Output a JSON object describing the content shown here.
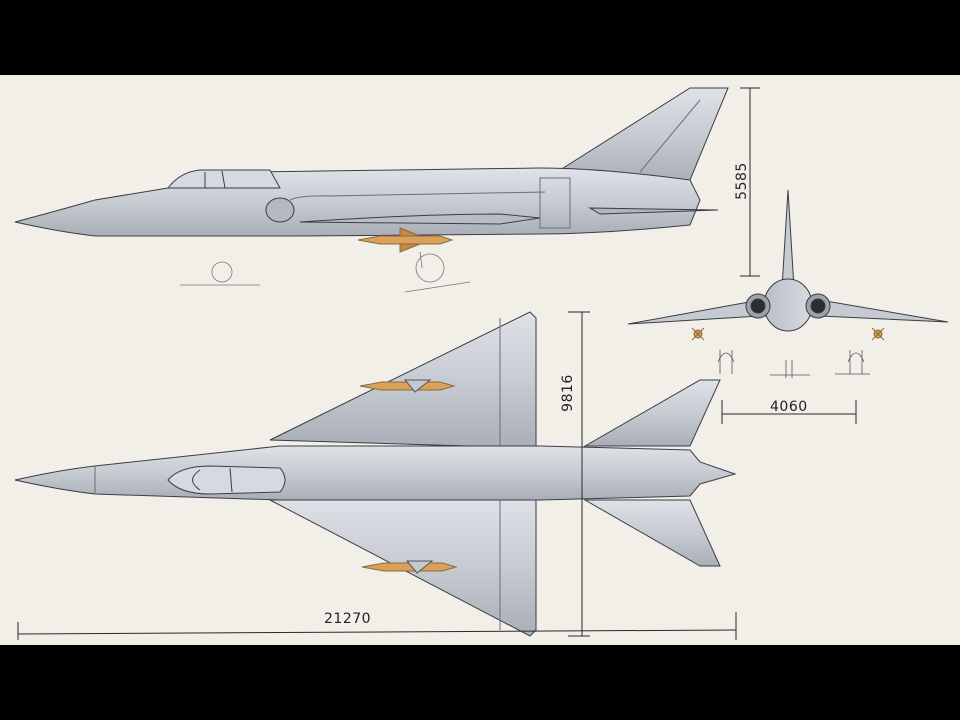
{
  "drawing": {
    "dimensions": {
      "height": "5585",
      "span": "9816",
      "front_width": "4060",
      "length": "21270"
    },
    "colors": {
      "paper": "#f1efe8",
      "fuselage": "#c8ccd3",
      "fuselage_shadow": "#a8adb6",
      "outline": "#3a3d44",
      "missile": "#d9a15a",
      "dimension_line": "#2a2a2a"
    }
  }
}
